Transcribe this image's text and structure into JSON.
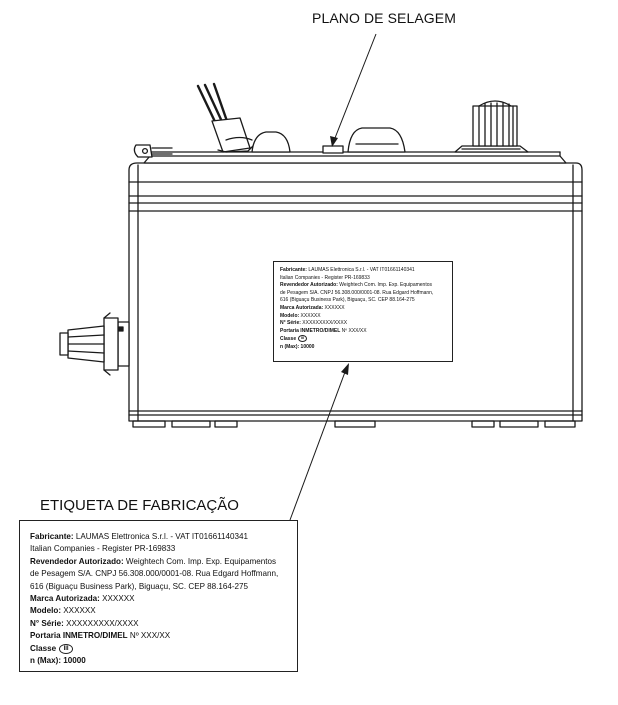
{
  "callouts": {
    "sealing_plane": "PLANO DE SELAGEM",
    "manufacturing_label": "ETIQUETA DE FABRICAÇÃO"
  },
  "label": {
    "manufacturer_label": "Fabricante:",
    "manufacturer_value": " LAUMAS Elettronica S.r.l. - VAT IT01661140341",
    "manufacturer_line2": "Italian Companies - Register PR-169833",
    "reseller_label": "Revendedor Autorizado:",
    "reseller_value": " Weightech Com. Imp. Exp. Equipamentos",
    "reseller_line2": "de Pesagem S/A. CNPJ 56.308.000/0001-08. Rua Edgard Hoffmann,",
    "reseller_line3": "616 (Biguaçu Business Park), Biguaçu, SC. CEP 88.164-275",
    "brand_label": "Marca Autorizada:",
    "brand_value": " XXXXXX",
    "model_label": "Modelo:",
    "model_value": " XXXXXX",
    "serial_label": "N° Série:",
    "serial_value": " XXXXXXXXX/XXXX",
    "ordinance_label": "Portaria INMETRO/DIMEL",
    "ordinance_value": " Nº XXX/XX",
    "class_label": "Classe",
    "class_symbol": "III",
    "nmax_label": "n (Max): 10000"
  }
}
